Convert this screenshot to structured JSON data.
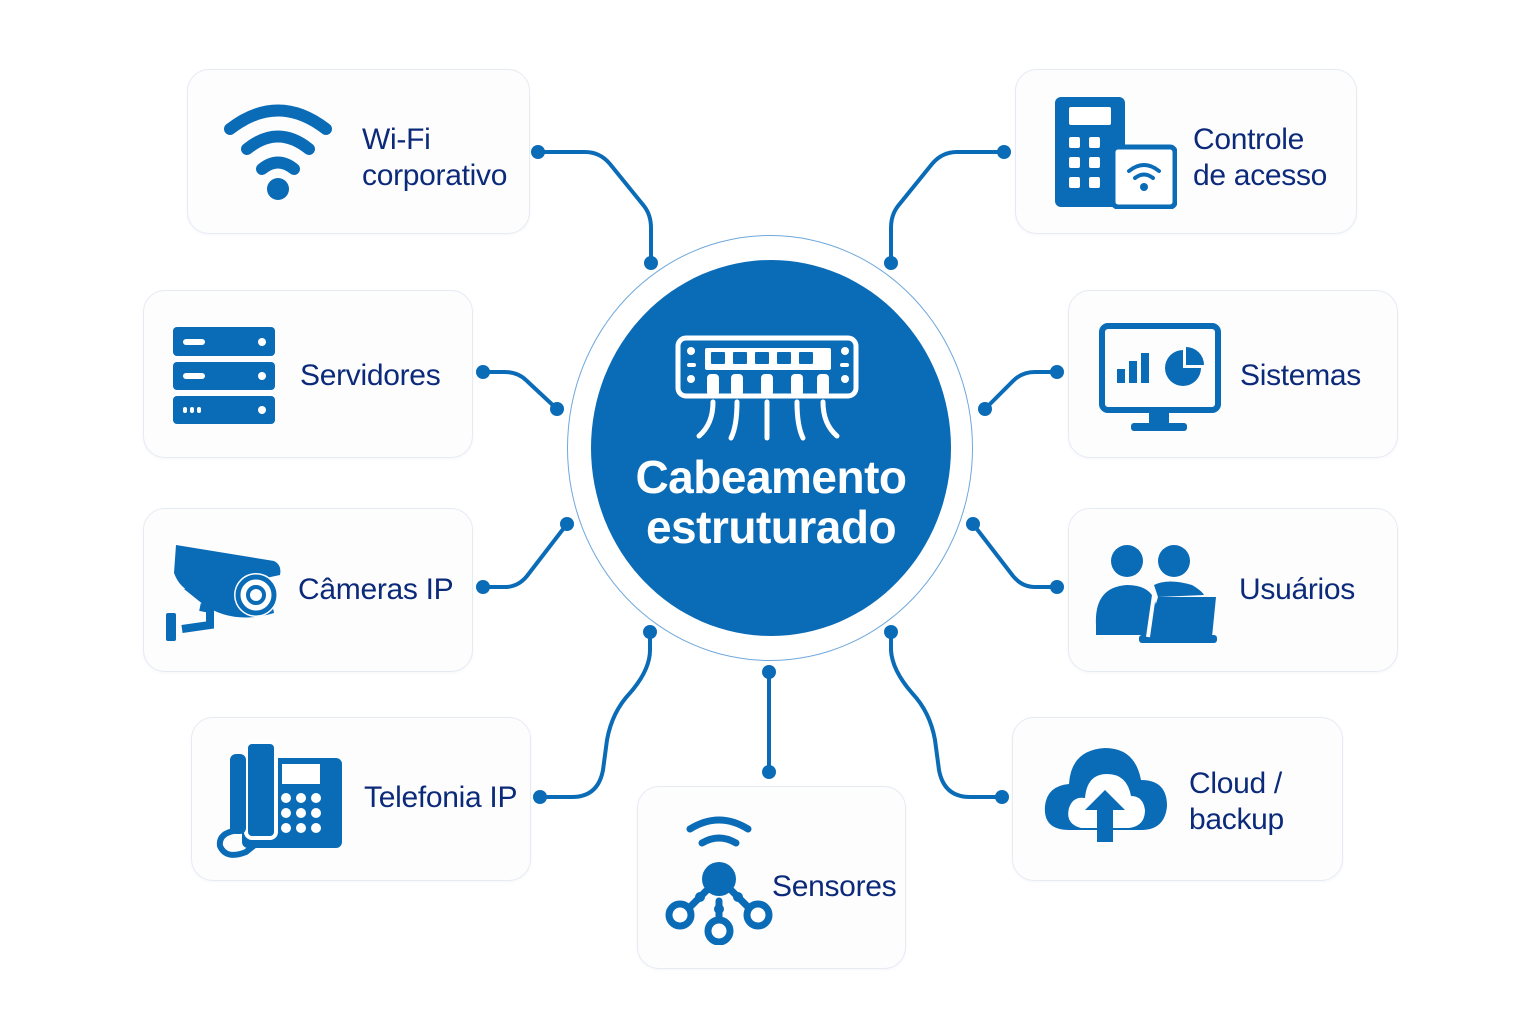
{
  "colors": {
    "primary": "#0a6bb7",
    "label": "#0c2a7a",
    "card_border": "#e6ebf3",
    "ring": "#6fa8dc"
  },
  "hub": {
    "title_line1": "Cabeamento",
    "title_line2": "estruturado",
    "icon": "patch-panel-icon"
  },
  "nodes": [
    {
      "id": "wifi",
      "label": "Wi-Fi\ncorporativo",
      "icon": "wifi-icon"
    },
    {
      "id": "access",
      "label": "Controle\nde acesso",
      "icon": "access-control-keypad-icon"
    },
    {
      "id": "servers",
      "label": "Servidores",
      "icon": "server-rack-icon"
    },
    {
      "id": "systems",
      "label": "Sistemas",
      "icon": "monitor-chart-icon"
    },
    {
      "id": "cameras",
      "label": "Câmeras IP",
      "icon": "security-camera-icon"
    },
    {
      "id": "users",
      "label": "Usuários",
      "icon": "users-laptop-icon"
    },
    {
      "id": "phone",
      "label": "Telefonia IP",
      "icon": "ip-phone-icon"
    },
    {
      "id": "sensors",
      "label": "Sensores",
      "icon": "iot-sensor-icon"
    },
    {
      "id": "cloud",
      "label": "Cloud /\nbackup",
      "icon": "cloud-upload-icon"
    }
  ]
}
